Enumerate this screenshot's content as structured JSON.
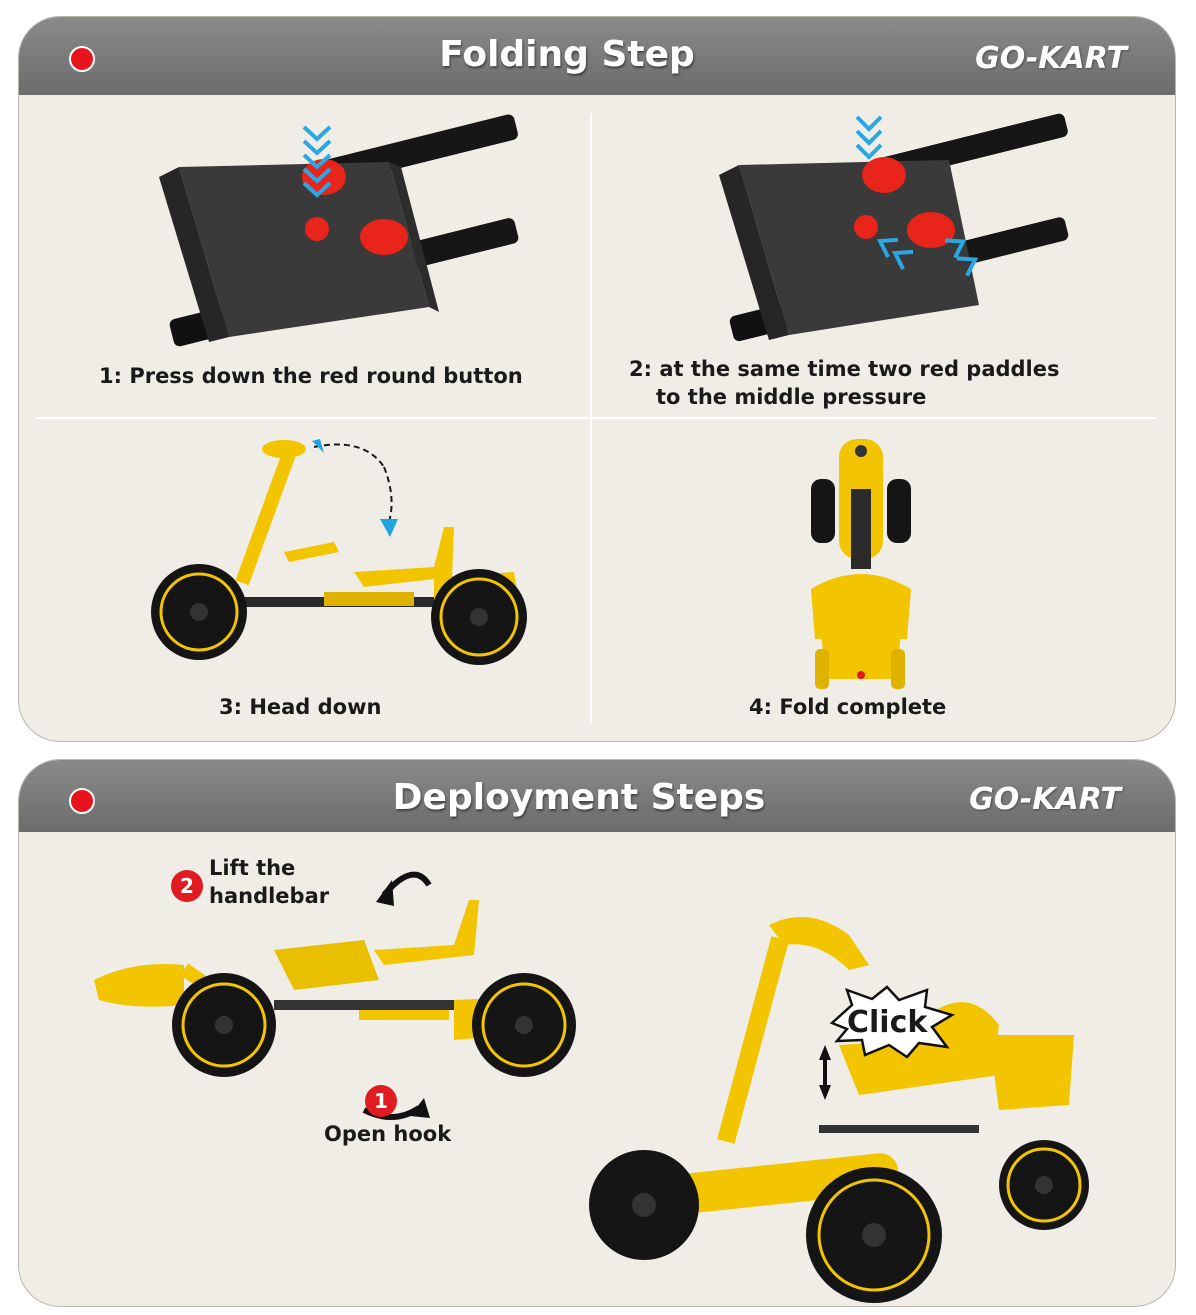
{
  "folding": {
    "title": "Folding Step",
    "brand": "GO-KART",
    "steps": [
      {
        "caption": "1: Press down the red round button"
      },
      {
        "caption_line1": "2: at the same time two red paddles",
        "caption_line2": "to the middle pressure"
      },
      {
        "caption": "3: Head down"
      },
      {
        "caption": "4: Fold complete"
      }
    ]
  },
  "deployment": {
    "title": "Deployment Steps",
    "brand": "GO-KART",
    "step2": {
      "num": "2",
      "line1": "Lift the",
      "line2": "handlebar"
    },
    "step1": {
      "num": "1",
      "label": "Open hook"
    },
    "click_label": "Click"
  },
  "colors": {
    "kart_yellow": "#f2c500",
    "header_gray": "#7a7a7a",
    "accent_red": "#e8141b",
    "arrow_blue": "#1fa6e0"
  }
}
